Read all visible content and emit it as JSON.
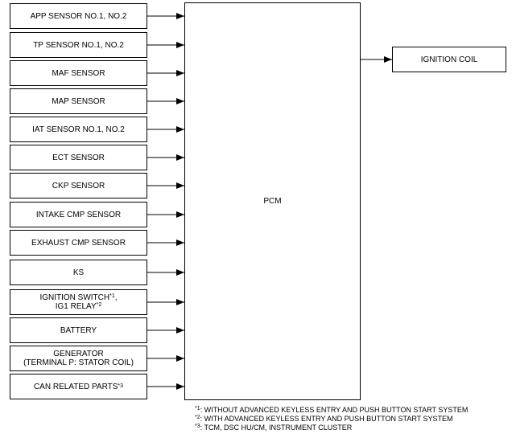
{
  "inputs": [
    {
      "label": "APP SENSOR NO.1, NO.2"
    },
    {
      "label": "TP SENSOR NO.1, NO.2"
    },
    {
      "label": "MAF SENSOR"
    },
    {
      "label": "MAP SENSOR"
    },
    {
      "label": "IAT SENSOR NO.1, NO.2"
    },
    {
      "label": "ECT SENSOR"
    },
    {
      "label": "CKP SENSOR"
    },
    {
      "label": "INTAKE CMP SENSOR"
    },
    {
      "label": "EXHAUST CMP SENSOR"
    },
    {
      "label": "KS"
    },
    {
      "line1": "IGNITION SWITCH",
      "line1_mark": "*1",
      "line1_suffix": ",",
      "line2": "IG1 RELAY",
      "line2_mark": "*2"
    },
    {
      "label": "BATTERY"
    },
    {
      "line1": "GENERATOR",
      "line2": "(TERMINAL P: STATOR COIL)"
    },
    {
      "label": "CAN RELATED PARTS ",
      "mark": "*3"
    }
  ],
  "pcm": {
    "label": "PCM"
  },
  "output": {
    "label": "IGNITION COIL"
  },
  "notes": [
    {
      "mark": "*1",
      "text": ": WITHOUT ADVANCED KEYLESS ENTRY AND PUSH BUTTON START SYSTEM"
    },
    {
      "mark": "*2",
      "text": ": WITH ADVANCED KEYLESS ENTRY AND PUSH BUTTON START SYSTEM"
    },
    {
      "mark": "*3",
      "text": ": TCM, DSC HU/CM, INSTRUMENT CLUSTER"
    }
  ]
}
